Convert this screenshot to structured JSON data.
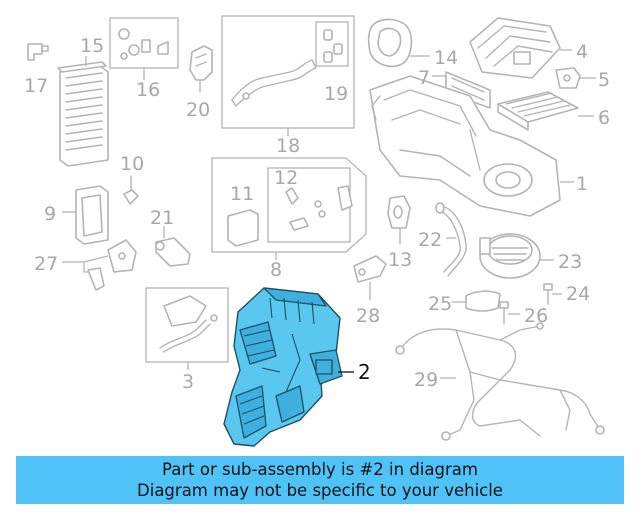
{
  "banner": {
    "line1": "Part or sub-assembly is #2 in diagram",
    "line2": "Diagram may not be specific to your vehicle",
    "color": "#4fc3f7"
  },
  "diagram": {
    "highlighted_part": "2",
    "highlight_color": "#5ac8ee",
    "callouts": [
      "1",
      "2",
      "3",
      "4",
      "5",
      "6",
      "7",
      "8",
      "9",
      "10",
      "11",
      "12",
      "13",
      "14",
      "15",
      "16",
      "17",
      "18",
      "19",
      "20",
      "21",
      "22",
      "23",
      "24",
      "25",
      "26",
      "27",
      "28",
      "29"
    ]
  }
}
